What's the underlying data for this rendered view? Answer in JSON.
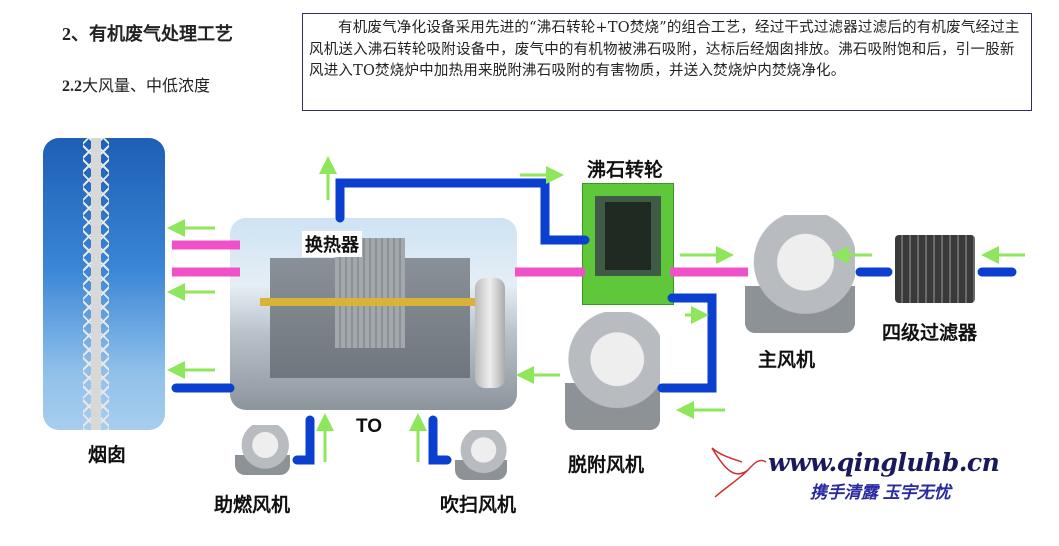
{
  "header": {
    "title": "2、有机废气处理工艺",
    "subtitle_num": "2.2",
    "subtitle_text": "大风量、中低浓度"
  },
  "description": "有机废气净化设备采用先进的“沸石转轮+TO焚烧”的组合工艺，经过干式过滤器过滤后的有机废气经过主风机送入沸石转轮吸附设备中，废气中的有机物被沸石吸附，达标后经烟囱排放。沸石吸附饱和后，引一股新风进入TO焚烧炉中加热用来脱附沸石吸附的有害物质，并送入焚烧炉内焚烧净化。",
  "labels": {
    "chimney": "烟囱",
    "heat_exchanger": "换热器",
    "to": "TO",
    "zeolite_wheel": "沸石转轮",
    "main_fan": "主风机",
    "filter": "四级过滤器",
    "desorption_fan": "脱附风机",
    "combustion_fan": "助燃风机",
    "purge_fan": "吹扫风机"
  },
  "logo": {
    "url": "www.qingluhb.cn",
    "slogan": "携手清露 玉宇无忧"
  },
  "colors": {
    "pink_pipe": "#f050c8",
    "blue_pipe": "#0a3fd0",
    "arrow": "#8ee65a",
    "border": "#3a2a6a"
  }
}
